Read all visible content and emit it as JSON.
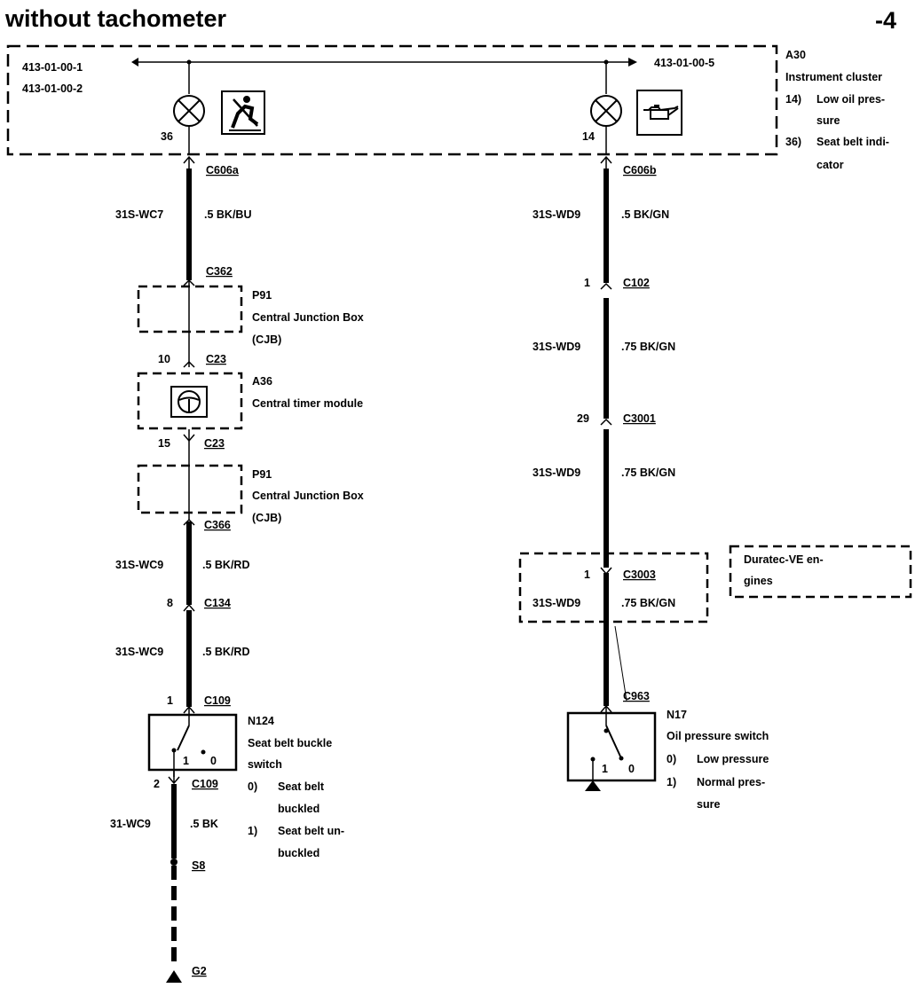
{
  "header": {
    "title": "without tachometer",
    "page": "-4"
  },
  "cluster": {
    "refs": [
      "413-01-00-1",
      "413-01-00-2"
    ],
    "ref_right": "413-01-00-5",
    "id": "A30",
    "name": "Instrument cluster",
    "items": [
      {
        "num": "14)",
        "lines": [
          "Low oil pres-",
          "sure"
        ]
      },
      {
        "num": "36)",
        "lines": [
          "Seat belt indi-",
          "cator"
        ]
      }
    ],
    "pin_left": "36",
    "pin_right": "14"
  },
  "left": {
    "c606a": "C606a",
    "wire1": {
      "circuit": "31S-WC7",
      "spec": ".5 BK/BU"
    },
    "c362": "C362",
    "p91a": {
      "id": "P91",
      "lines": [
        "Central Junction Box",
        "(CJB)"
      ]
    },
    "c23_top": {
      "pin": "10",
      "conn": "C23"
    },
    "a36": {
      "id": "A36",
      "name": "Central timer module"
    },
    "c23_bot": {
      "pin": "15",
      "conn": "C23"
    },
    "p91b": {
      "id": "P91",
      "lines": [
        "Central Junction Box",
        "(CJB)"
      ]
    },
    "c366": "C366",
    "wire2": {
      "circuit": "31S-WC9",
      "spec": ".5 BK/RD"
    },
    "c134": {
      "pin": "8",
      "conn": "C134"
    },
    "wire3": {
      "circuit": "31S-WC9",
      "spec": ".5 BK/RD"
    },
    "c109_top": {
      "pin": "1",
      "conn": "C109"
    },
    "n124": {
      "id": "N124",
      "lines": [
        "Seat belt buckle",
        "switch"
      ],
      "states": [
        {
          "num": "0)",
          "lines": [
            "Seat belt",
            "buckled"
          ]
        },
        {
          "num": "1)",
          "lines": [
            "Seat belt un-",
            "buckled"
          ]
        }
      ],
      "pos1": "1",
      "pos0": "0"
    },
    "c109_bot": {
      "pin": "2",
      "conn": "C109"
    },
    "wire4": {
      "circuit": "31-WC9",
      "spec": ".5 BK"
    },
    "s8": "S8",
    "g2": "G2"
  },
  "right": {
    "c606b": "C606b",
    "wire1": {
      "circuit": "31S-WD9",
      "spec": ".5 BK/GN"
    },
    "c102": {
      "pin": "1",
      "conn": "C102"
    },
    "wire2": {
      "circuit": "31S-WD9",
      "spec": ".75 BK/GN"
    },
    "c3001": {
      "pin": "29",
      "conn": "C3001"
    },
    "wire3": {
      "circuit": "31S-WD9",
      "spec": ".75 BK/GN"
    },
    "c3003": {
      "pin": "1",
      "conn": "C3003"
    },
    "wire4": {
      "circuit": "31S-WD9",
      "spec": ".75 BK/GN"
    },
    "note": [
      "Duratec-VE en-",
      "gines"
    ],
    "c963": "C963",
    "n17": {
      "id": "N17",
      "name": "Oil pressure switch",
      "states": [
        {
          "num": "0)",
          "lines": [
            "Low pressure"
          ]
        },
        {
          "num": "1)",
          "lines": [
            "Normal pres-",
            "sure"
          ]
        }
      ],
      "pos1": "1",
      "pos0": "0"
    }
  },
  "icons": [
    "seatbelt-icon",
    "oil-can-icon",
    "steering-wheel-icon",
    "bulb-icon",
    "ground-icon"
  ]
}
